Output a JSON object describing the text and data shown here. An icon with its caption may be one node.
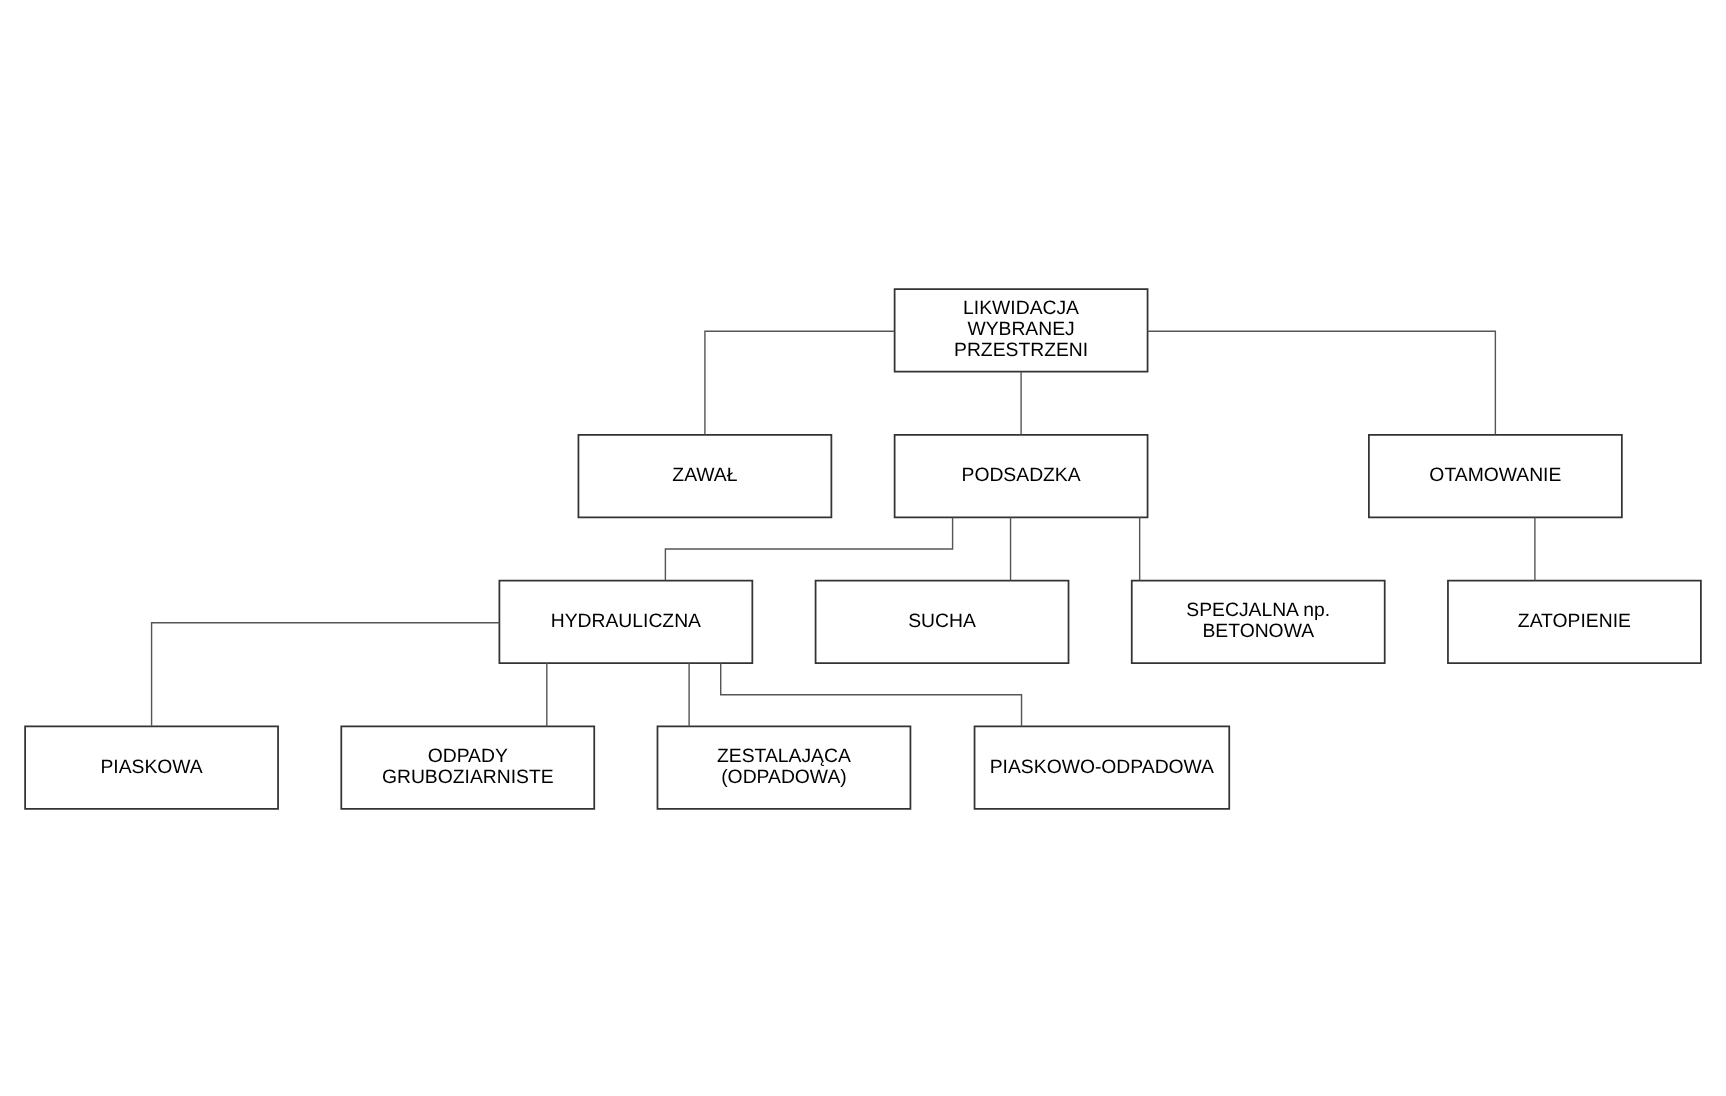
{
  "diagram": {
    "nodes": [
      {
        "text": [
          "LIKWIDACJA WYBRANEJ PRZESTRZENI"
        ]
      },
      {
        "text": [
          "ZAWAŁ"
        ]
      },
      {
        "text": [
          "PODSADZKA"
        ]
      },
      {
        "text": [
          "OTAMOWANIE"
        ]
      },
      {
        "text": [
          "ZATOPIENIE"
        ]
      },
      {
        "text": [
          "HYDRAULICZNA"
        ]
      },
      {
        "text": [
          "SUCHA"
        ]
      },
      {
        "text": [
          "SPECJALNA np. BETONOWA"
        ]
      },
      {
        "text": [
          "PIASKOWA"
        ]
      },
      {
        "text": [
          "ODPADY GRUBOZIARNISTE"
        ]
      },
      {
        "text": [
          "ZESTALAJĄCA (ODPADOWA)"
        ]
      },
      {
        "text": [
          "PIASKOWO-ODPADOWA"
        ]
      }
    ],
    "edges": [
      {
        "from": 0,
        "to": 1,
        "arrow": "none"
      },
      {
        "from": 0,
        "to": 2,
        "arrow": "none"
      },
      {
        "from": 0,
        "to": 3,
        "arrow": "none"
      },
      {
        "from": 3,
        "to": 4,
        "arrow": "none"
      },
      {
        "from": 2,
        "to": 5,
        "arrow": "none"
      },
      {
        "from": 2,
        "to": 6,
        "arrow": "none"
      },
      {
        "from": 2,
        "to": 7,
        "arrow": "none"
      },
      {
        "from": 5,
        "to": 8,
        "arrow": "none"
      },
      {
        "from": 5,
        "to": 9,
        "arrow": "none"
      },
      {
        "from": 5,
        "to": 10,
        "arrow": "none"
      },
      {
        "from": 5,
        "to": 11,
        "arrow": "none"
      }
    ]
  }
}
